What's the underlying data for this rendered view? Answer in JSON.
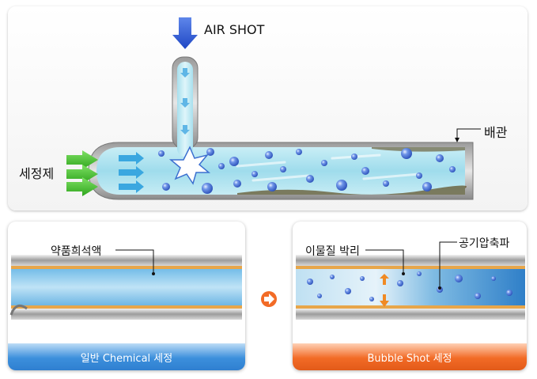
{
  "top": {
    "air_shot_label": "AIR SHOT",
    "detergent_label": "세정제",
    "pipe_label": "배관"
  },
  "left_card": {
    "callout_label": "약품희석액",
    "footer_label": "일반 Chemical 세정"
  },
  "right_card": {
    "callout_label_1": "이물질 박리",
    "callout_label_2": "공기압축파",
    "footer_label": "Bubble Shot 세정"
  },
  "colors": {
    "air_arrow": "#2a5bd7",
    "detergent_arrow": "#3fbf2e",
    "pipe_water": "#aee3f0",
    "bubble": "#3f6fd8",
    "footer_blue": "#3c8fdc",
    "footer_orange": "#f26b26",
    "transition_arrow": "#f26b26"
  }
}
